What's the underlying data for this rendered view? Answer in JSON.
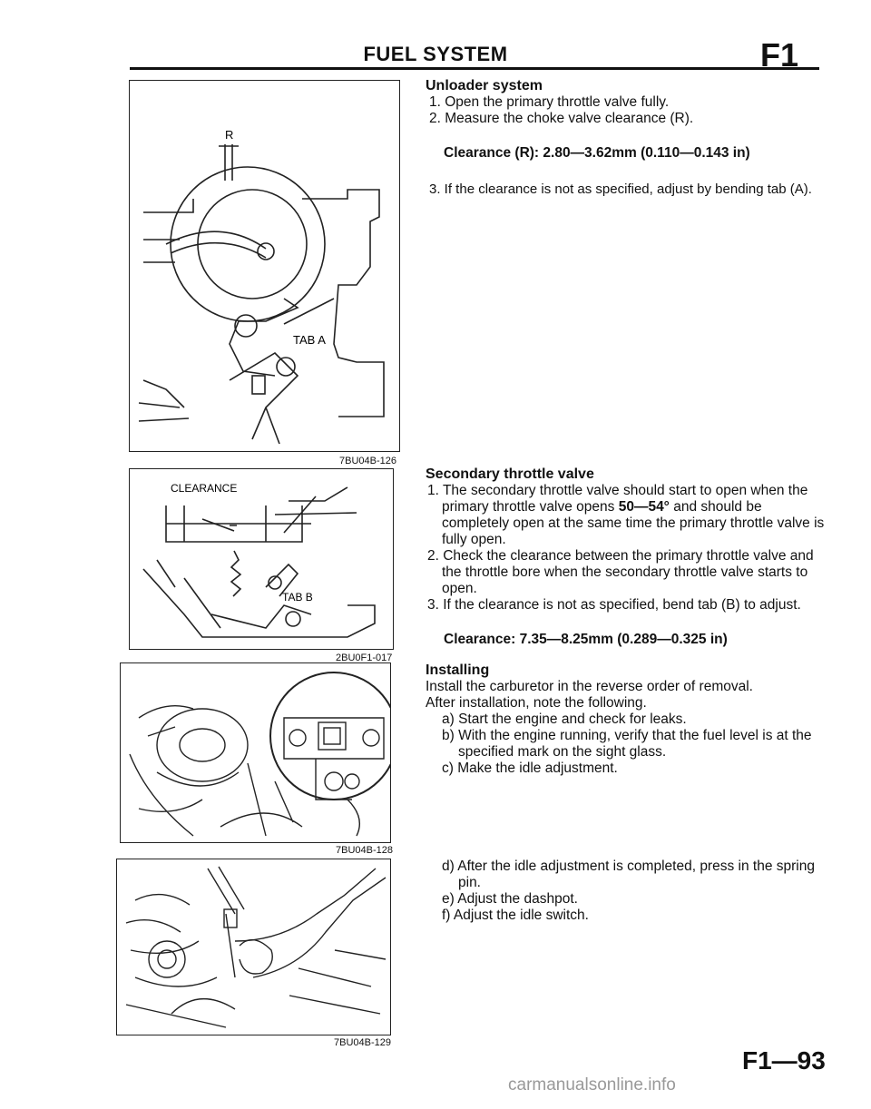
{
  "header": {
    "title": "FUEL SYSTEM",
    "section_code": "F1"
  },
  "figures": [
    {
      "caption": "7BU04B-126",
      "labels": [
        "R",
        "TAB A"
      ]
    },
    {
      "caption": "2BU0F1-017",
      "labels": [
        "CLEARANCE",
        "TAB B"
      ]
    },
    {
      "caption": "7BU04B-128"
    },
    {
      "caption": "7BU04B-129"
    }
  ],
  "unloader": {
    "heading": "Unloader system",
    "steps": [
      "1. Open the primary throttle valve fully.",
      "2. Measure the choke valve clearance (R)."
    ],
    "spec": "Clearance (R): 2.80—3.62mm (0.110—0.143 in)",
    "step3": "3. If the clearance is not as specified, adjust by bending tab (A)."
  },
  "secondary": {
    "heading": "Secondary throttle valve",
    "step1_a": "1. The secondary throttle valve should start to open when the primary throttle valve opens ",
    "step1_bold": "50—54°",
    "step1_b": " and should be completely open at the same time the primary throttle valve is fully open.",
    "step2": "2. Check the clearance between the primary throttle valve and the throttle bore when the secondary throttle valve starts to open.",
    "step3": "3. If the clearance is not as specified, bend tab (B) to adjust.",
    "spec": "Clearance: 7.35—8.25mm (0.289—0.325 in)"
  },
  "installing": {
    "heading": "Installing",
    "intro1": "Install the carburetor in the reverse order of removal.",
    "intro2": "After installation, note the following.",
    "items_a": [
      "a) Start the engine and check for leaks.",
      "b) With the engine running, verify that the fuel level is at the specified mark on the sight glass.",
      "c) Make the idle adjustment."
    ],
    "items_b": [
      "d) After the idle adjustment is completed, press in the spring pin.",
      "e) Adjust the dashpot.",
      "f) Adjust the idle switch."
    ]
  },
  "page_number": "F1—93",
  "footer_watermark": "carmanualsonline.info"
}
